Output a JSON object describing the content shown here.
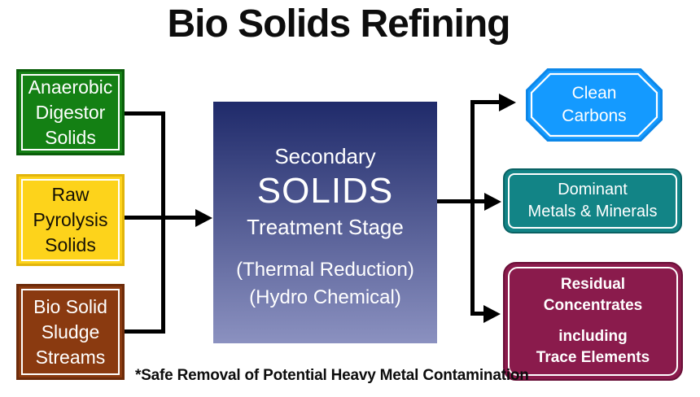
{
  "title": "Bio Solids Refining",
  "footnote": "*Safe Removal of Potential Heavy Metal Contamination",
  "arrow_color": "#000000",
  "sources": [
    {
      "name": "anaerobic-digestor-solids",
      "lines": [
        "Anaerobic",
        "Digestor",
        "Solids"
      ],
      "fill": "#148014",
      "border": "#0b5e0b",
      "inner_line": "#ffffff",
      "text_color": "#ffffff"
    },
    {
      "name": "raw-pyrolysis-solids",
      "lines": [
        "Raw",
        "Pyrolysis",
        "Solids"
      ],
      "fill": "#fdd31b",
      "border": "#e2b50c",
      "inner_line": "#ffffff",
      "text_color": "#141006"
    },
    {
      "name": "bio-solid-sludge-streams",
      "lines": [
        "Bio Solid",
        "Sludge",
        "Streams"
      ],
      "fill": "#8a3a10",
      "border": "#6d2b0a",
      "inner_line": "#ffffff",
      "text_color": "#ffffff"
    }
  ],
  "process": {
    "name": "secondary-solids-treatment-stage",
    "subtitle_top": "Secondary",
    "headline": "SOLIDS",
    "subtitle_bottom": "Treatment Stage",
    "method1": "(Thermal Reduction)",
    "method2": "(Hydro Chemical)",
    "gradient_top": "#1f2a6a",
    "gradient_bottom": "#8b91c0",
    "text_color": "#ffffff"
  },
  "outputs": {
    "clean_carbons": {
      "lines": [
        "Clean",
        "Carbons"
      ],
      "fill": "#149aff",
      "edge": "#0d87e8",
      "inner_line": "#ffffff",
      "text_color": "#ffffff"
    },
    "dominant_metals": {
      "lines": [
        "Dominant",
        "Metals & Minerals"
      ],
      "fill": "#128486",
      "edge": "#0a6163",
      "inner_line": "#ffffff",
      "text_color": "#ffffff"
    },
    "residual_concentrates": {
      "lines_a": [
        "Residual",
        "Concentrates"
      ],
      "lines_b": [
        "including",
        "Trace Elements"
      ],
      "fill": "#8a1b4c",
      "edge": "#6a1038",
      "inner_line": "#ffffff",
      "text_color": "#ffffff"
    }
  }
}
